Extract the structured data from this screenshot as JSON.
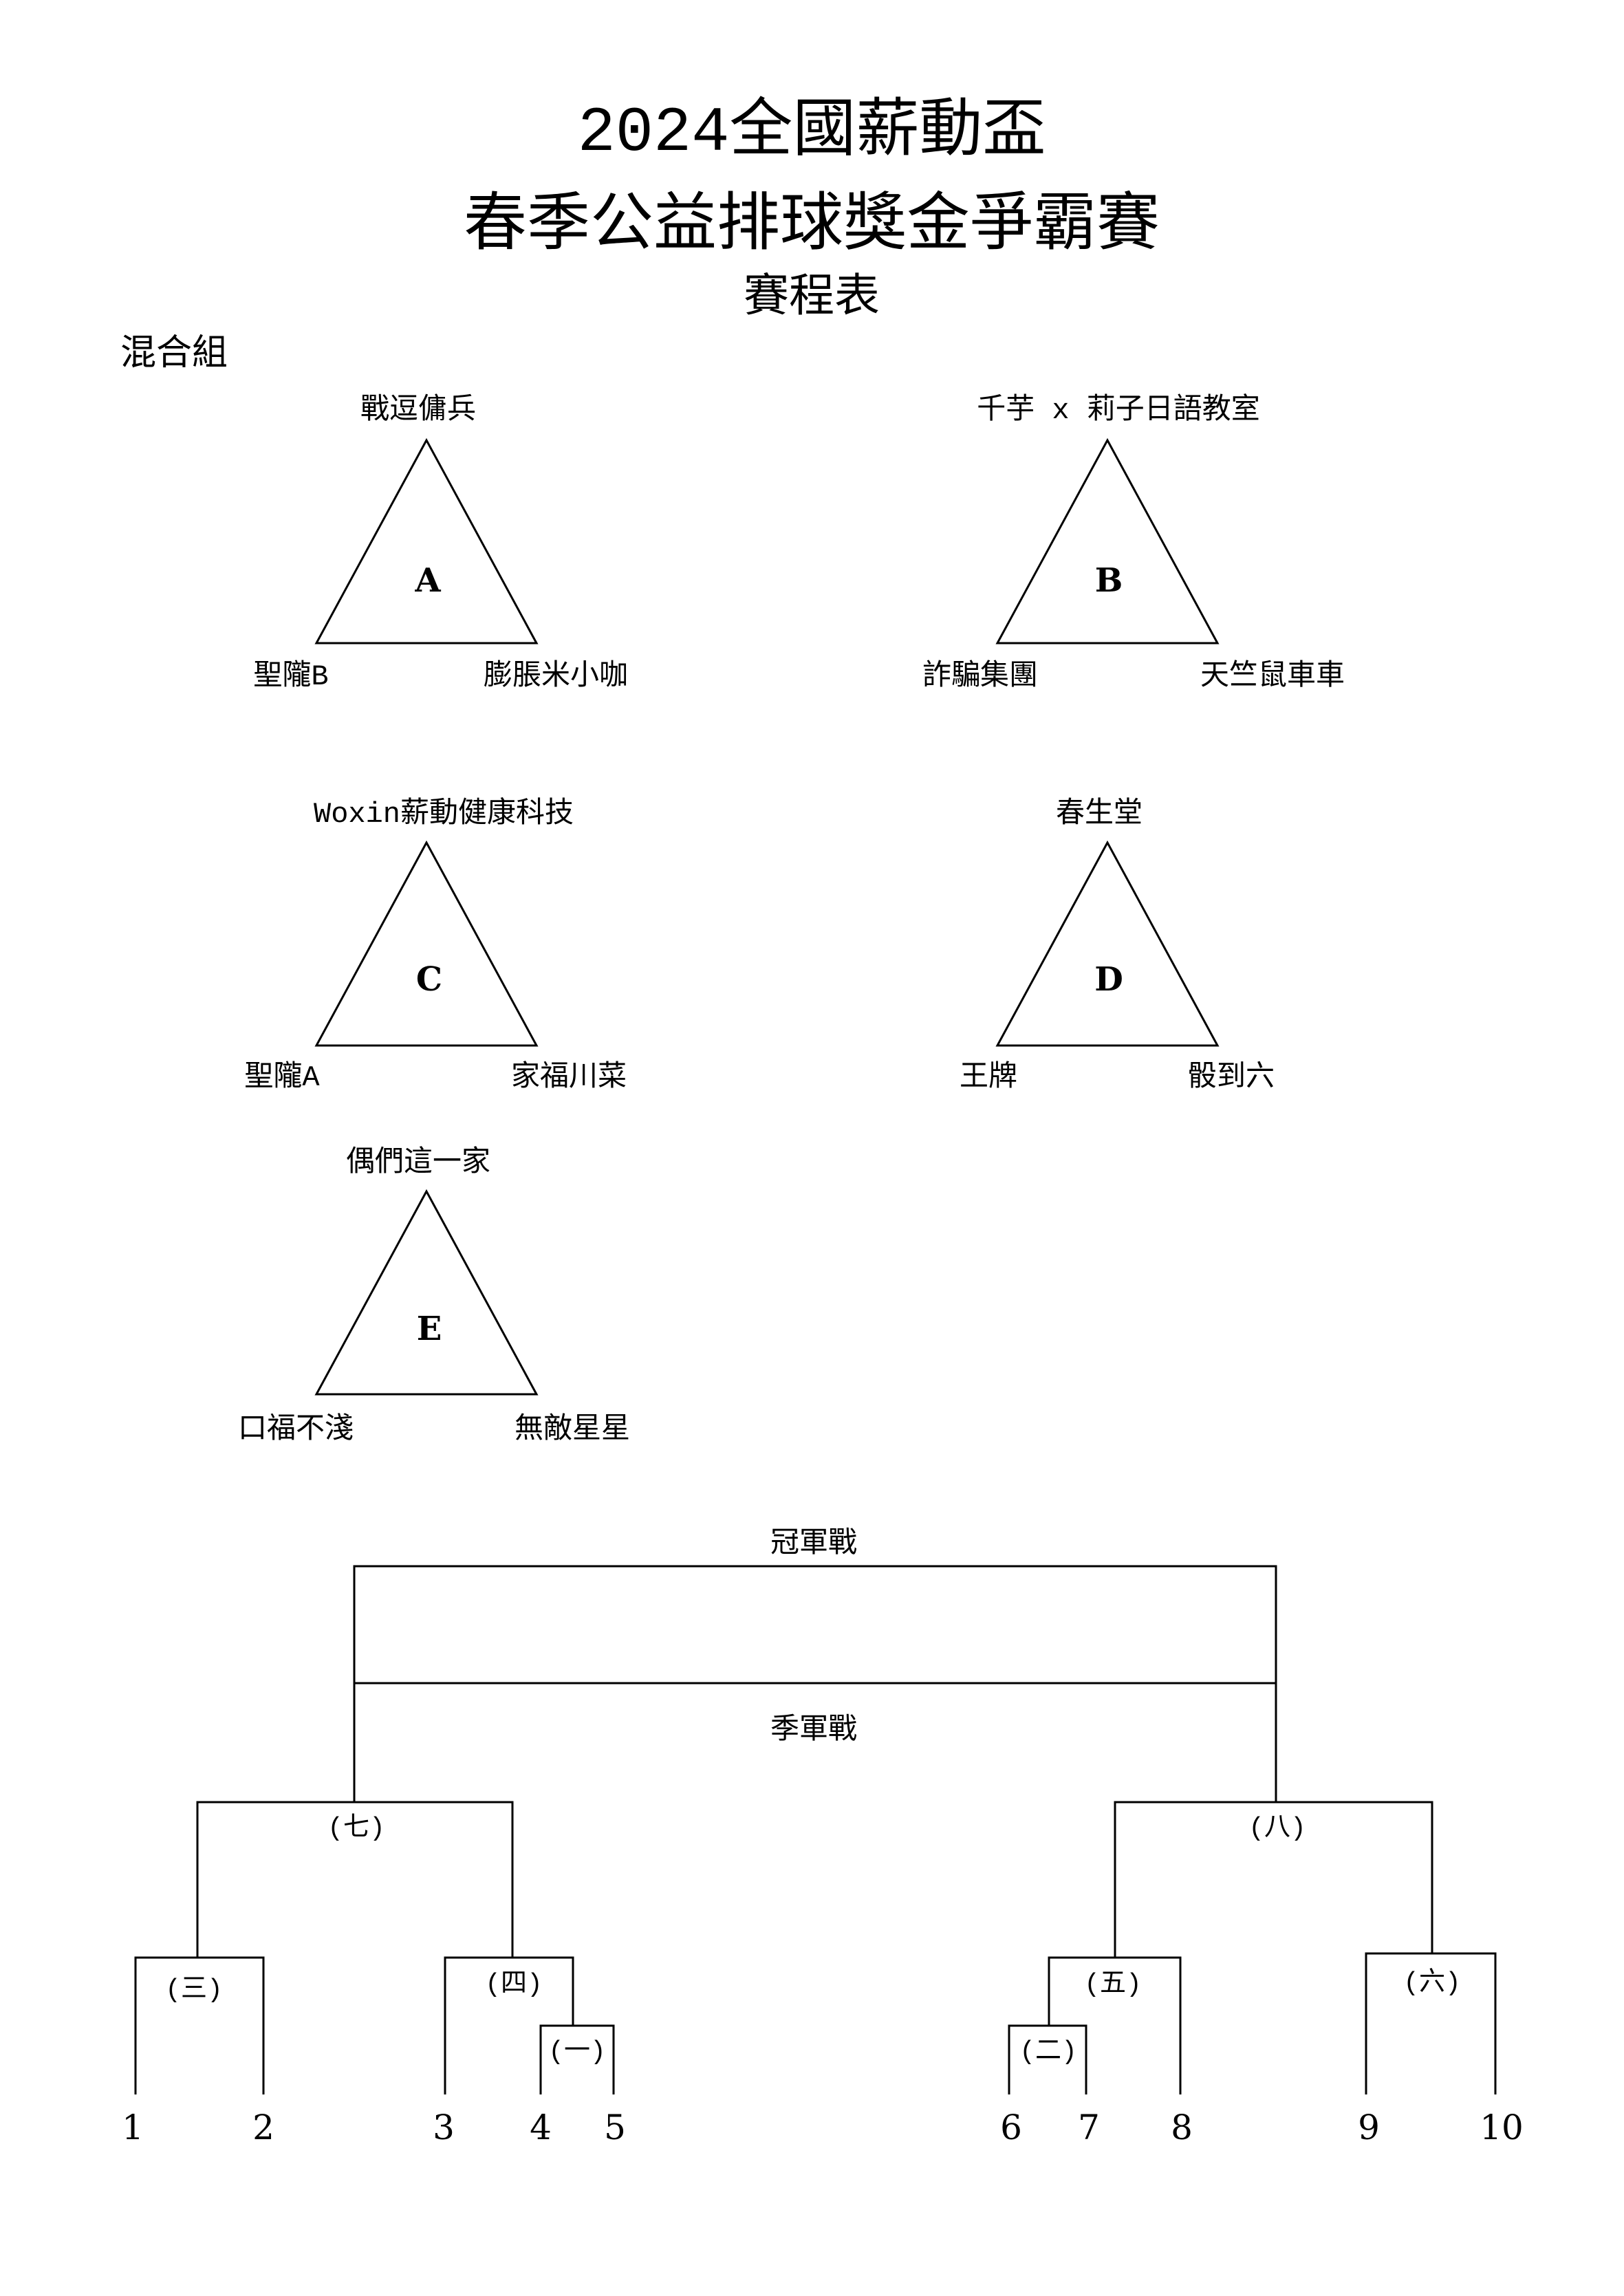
{
  "header": {
    "title_line1": "2024全國薪動盃",
    "title_line2": "春季公益排球獎金爭霸賽",
    "subtitle": "賽程表"
  },
  "division": "混合組",
  "groups": [
    {
      "letter": "A",
      "top": "戰逗傭兵",
      "left": "聖隴B",
      "right": "膨脹米小咖"
    },
    {
      "letter": "B",
      "top": "千芋 x 莉子日語教室",
      "left": "詐騙集團",
      "right": "天竺鼠車車"
    },
    {
      "letter": "C",
      "top": "Woxin薪動健康科技",
      "left": "聖隴A",
      "right": "家福川菜"
    },
    {
      "letter": "D",
      "top": "春生堂",
      "left": "王牌",
      "right": "骰到六"
    },
    {
      "letter": "E",
      "top": "偶們這一家",
      "left": "口福不淺",
      "right": "無敵星星"
    }
  ],
  "bracket": {
    "final_label": "冠軍戰",
    "third_place_label": "季軍戰",
    "match_labels": {
      "m1": "(一)",
      "m2": "(二)",
      "m3": "(三)",
      "m4": "(四)",
      "m5": "(五)",
      "m6": "(六)",
      "m7": "(七)",
      "m8": "(八)"
    },
    "seeds": [
      "1",
      "2",
      "3",
      "4",
      "5",
      "6",
      "7",
      "8",
      "9",
      "10"
    ]
  },
  "colors": {
    "line": "#000000",
    "text": "#000000",
    "background": "#ffffff"
  }
}
